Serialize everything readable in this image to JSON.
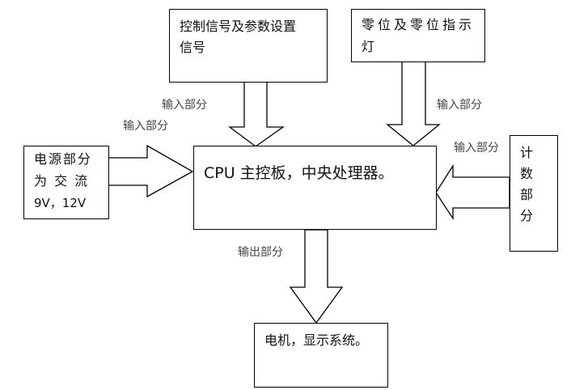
{
  "boxes": {
    "control": {
      "line1": "控制信号及参数设置",
      "line2": "信号"
    },
    "zero": {
      "line1": "零位及零位指示",
      "line2": "灯"
    },
    "power": {
      "line1": "电源部分",
      "line2": "为 交 流",
      "line3": "9V，12V"
    },
    "cpu": {
      "text": "CPU 主控板，中央处理器。"
    },
    "counter": {
      "chars": [
        "计",
        "数",
        "部",
        "分"
      ]
    },
    "motor": {
      "text": "电机，显示系统。"
    }
  },
  "labels": {
    "input_control": "输入部分",
    "input_power": "输入部分",
    "input_zero": "输入部分",
    "input_counter": "输入部分",
    "output_motor": "输出部分"
  }
}
